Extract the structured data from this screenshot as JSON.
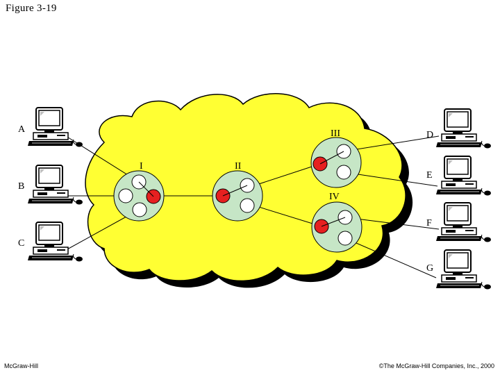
{
  "figure_title": "Figure 3-19",
  "footer": {
    "publisher": "McGraw-Hill",
    "copyright": "©The McGraw-Hill Companies, Inc., 2000"
  },
  "colors": {
    "cloud": "#ffff33",
    "cloud_shadow": "#000000",
    "switch": "#c6e6c6",
    "port_active": "#e62020",
    "port_idle": "#ffffff",
    "monitor_screen": "#ffffff"
  },
  "stations": [
    "A",
    "B",
    "C",
    "D",
    "E",
    "F",
    "G"
  ],
  "switches": [
    "I",
    "II",
    "III",
    "IV"
  ]
}
